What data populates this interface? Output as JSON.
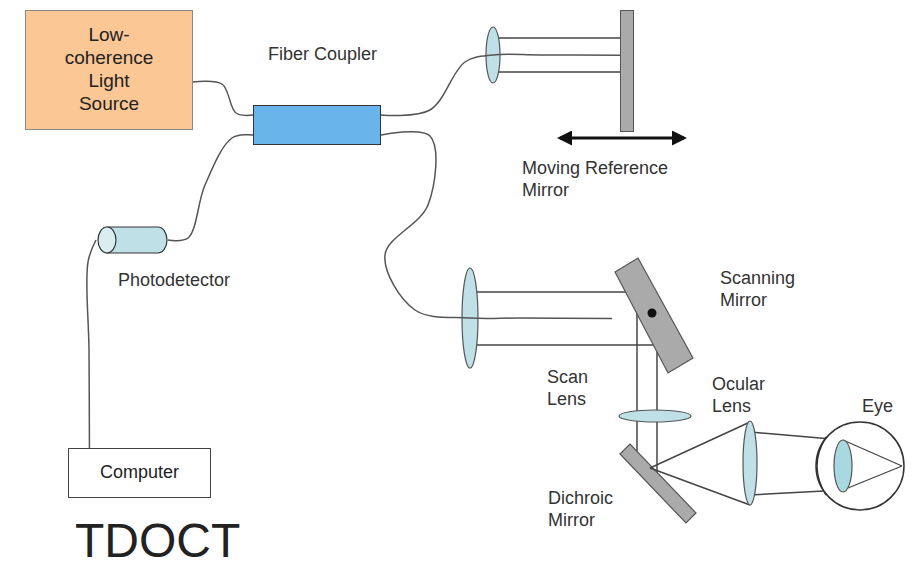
{
  "diagram": {
    "title": "TDOCT",
    "nodes": [
      {
        "text": [
          "Low-coherence Light Source"
        ]
      },
      {
        "text": [
          "Fiber Coupler"
        ]
      },
      {
        "text": [
          "Photodetector"
        ]
      },
      {
        "text": [
          "Computer"
        ]
      },
      {
        "text": [
          "Moving Reference Mirror"
        ]
      },
      {
        "text": [
          "Scanning Mirror"
        ]
      }
    ],
    "edges": [
      {
        "from": 0,
        "to": 1,
        "arrow": "none"
      },
      {
        "from": 1,
        "to": 2,
        "arrow": "none"
      },
      {
        "from": 2,
        "to": 3,
        "arrow": "none"
      },
      {
        "from": 1,
        "to": 4,
        "arrow": "none"
      },
      {
        "from": 1,
        "to": 5,
        "arrow": "none"
      }
    ],
    "labels": [
      "Scan Lens",
      "Ocular Lens",
      "Dichroic Mirror",
      "Eye"
    ]
  }
}
